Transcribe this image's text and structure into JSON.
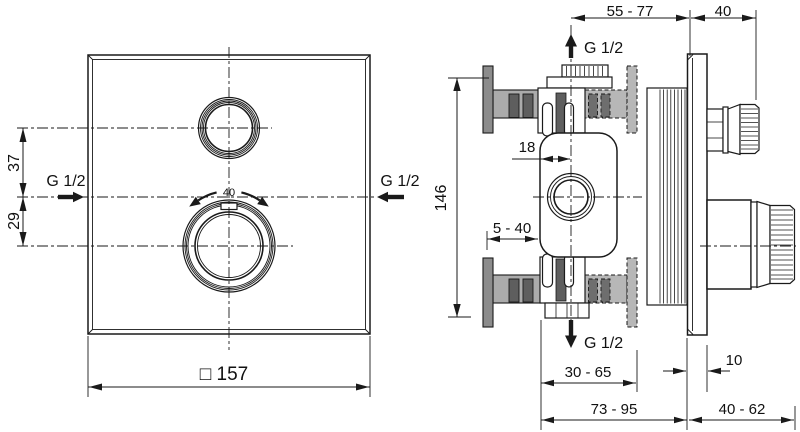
{
  "drawing": {
    "front_view": {
      "dim_upper_offset": "37",
      "dim_lower_offset": "29",
      "inlet_left": "G 1/2",
      "inlet_right": "G 1/2",
      "temp_scale": "40",
      "plate_size": "□ 157"
    },
    "side_view": {
      "dim_depth_range": "55 - 77",
      "dim_front_depth": "40",
      "port_top": "G 1/2",
      "port_bottom": "G 1/2",
      "dim_height": "146",
      "dim_center_offset": "18",
      "dim_wall_range": "5 - 40",
      "dim_box_range": "30 - 65",
      "dim_total_range": "73 - 95",
      "dim_plate_thickness": "10",
      "dim_knob_range": "40 - 62"
    },
    "colors": {
      "line": "#1a1a1a",
      "wall": "#ababab",
      "wall_tile": "#5e5e5e",
      "wall_flange": "#8c8c8c",
      "wall_dashed": "#b7b7b7",
      "wall_tile_dashed": "#6e6e6e",
      "background": "#ffffff"
    }
  }
}
